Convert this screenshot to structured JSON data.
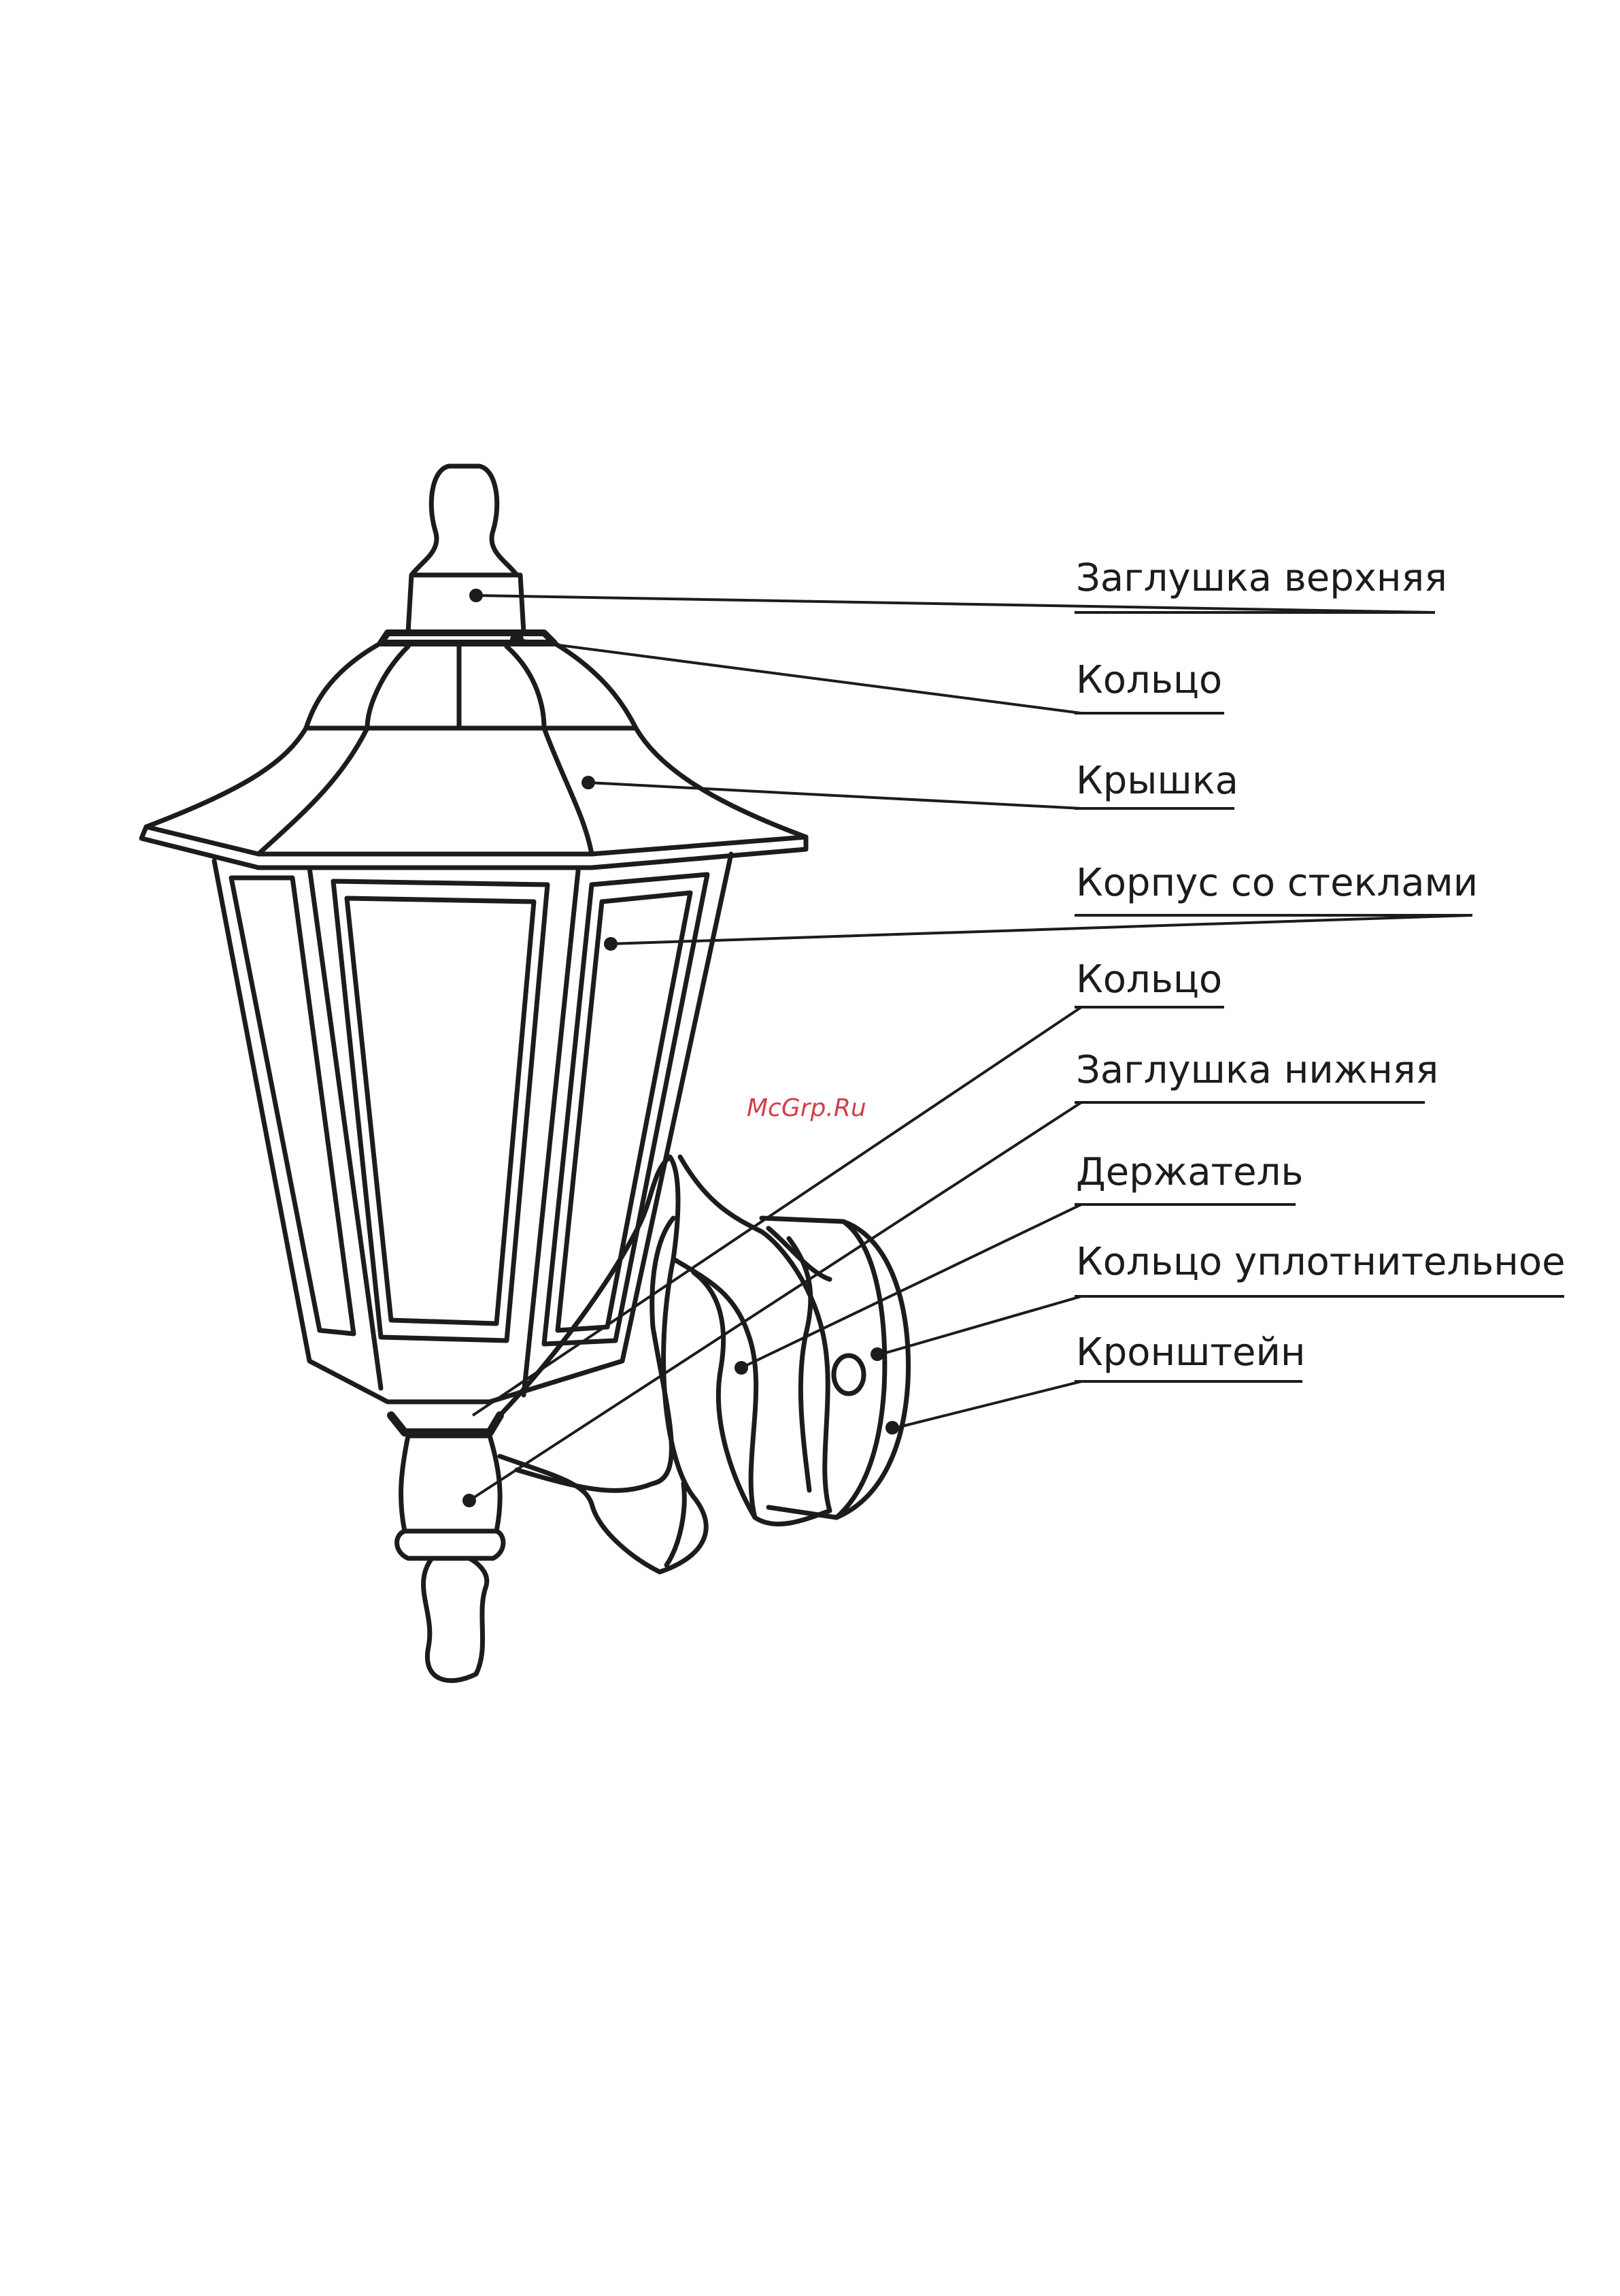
{
  "diagram": {
    "labels": [
      {
        "id": "top-cap",
        "text": "Заглушка верхняя"
      },
      {
        "id": "ring-top",
        "text": "Кольцо"
      },
      {
        "id": "cover",
        "text": "Крышка"
      },
      {
        "id": "body-glass",
        "text": "Корпус со стеклами"
      },
      {
        "id": "ring-bottom",
        "text": "Кольцо"
      },
      {
        "id": "bottom-cap",
        "text": "Заглушка нижняя"
      },
      {
        "id": "holder",
        "text": "Держатель"
      },
      {
        "id": "seal-ring",
        "text": "Кольцо уплотнительное"
      },
      {
        "id": "bracket",
        "text": "Кронштейн"
      }
    ],
    "watermark": "McGrp.Ru",
    "colors": {
      "line": "#1c1c1c",
      "watermark": "#d0404a",
      "background": "#ffffff"
    }
  }
}
